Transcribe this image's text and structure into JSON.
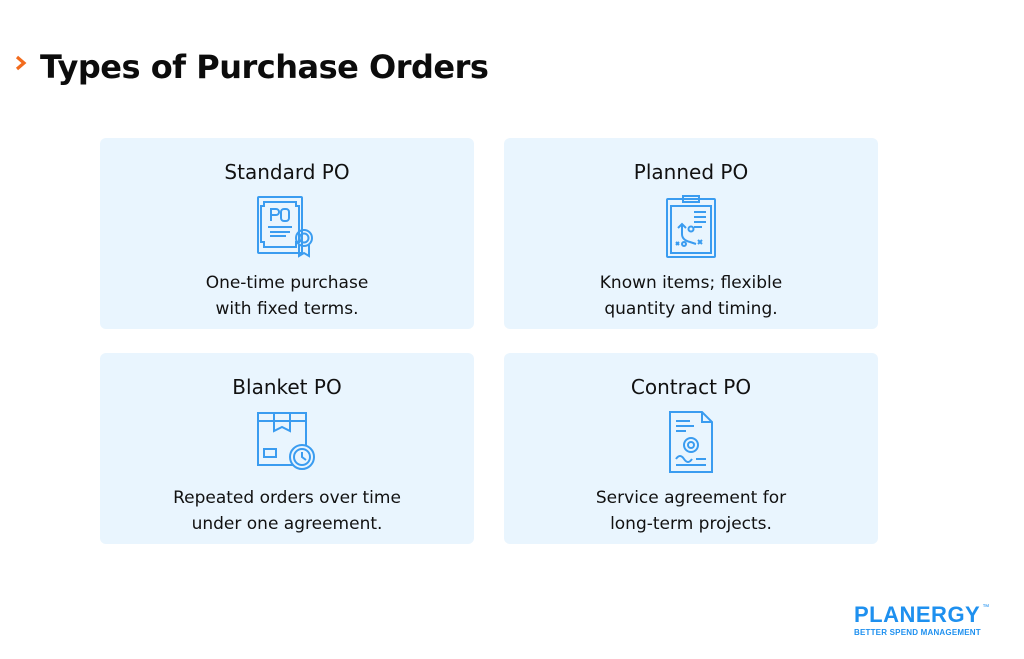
{
  "header": {
    "title": "Types of Purchase Orders",
    "bullet_icon": "chevron-right-icon",
    "accent": "#f26b1d"
  },
  "cards": [
    {
      "title": "Standard PO",
      "icon": "po-certificate-icon",
      "line1": "One-time purchase",
      "line2": "with fixed terms."
    },
    {
      "title": "Planned PO",
      "icon": "clipboard-strategy-icon",
      "line1": "Known items; flexible",
      "line2": "quantity and timing."
    },
    {
      "title": "Blanket PO",
      "icon": "box-clock-icon",
      "line1": "Repeated orders over time",
      "line2": "under one agreement."
    },
    {
      "title": "Contract PO",
      "icon": "contract-document-icon",
      "line1": "Service agreement for",
      "line2": "long-term projects."
    }
  ],
  "logo": {
    "name": "PLANERGY",
    "tm": "™",
    "tagline": "BETTER SPEND MANAGEMENT"
  },
  "colors": {
    "card_bg": "#e9f5fe",
    "icon": "#3a9cf0",
    "brand": "#1e90ef"
  }
}
